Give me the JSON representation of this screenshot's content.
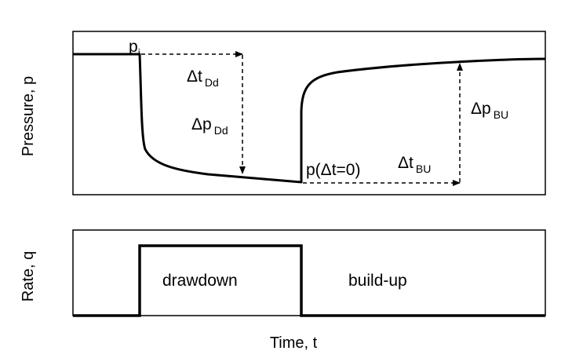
{
  "pressure_panel": {
    "ylabel": "Pressure, p",
    "initial_pressure": {
      "symbol": "p",
      "sub": "i"
    },
    "drawdown_time": {
      "symbol": "Δt",
      "sub": "Dd"
    },
    "drawdown_delta_p": {
      "symbol": "Δp",
      "sub": "Dd"
    },
    "shutin_pressure": "p(Δt=0)",
    "buildup_time": {
      "symbol": "Δt",
      "sub": "BU"
    },
    "buildup_delta_p": {
      "symbol": "Δp",
      "sub": "BU"
    }
  },
  "rate_panel": {
    "ylabel": "Rate, q",
    "drawdown_label": "drawdown",
    "buildup_label": "build-up"
  },
  "xlabel": "Time, t"
}
